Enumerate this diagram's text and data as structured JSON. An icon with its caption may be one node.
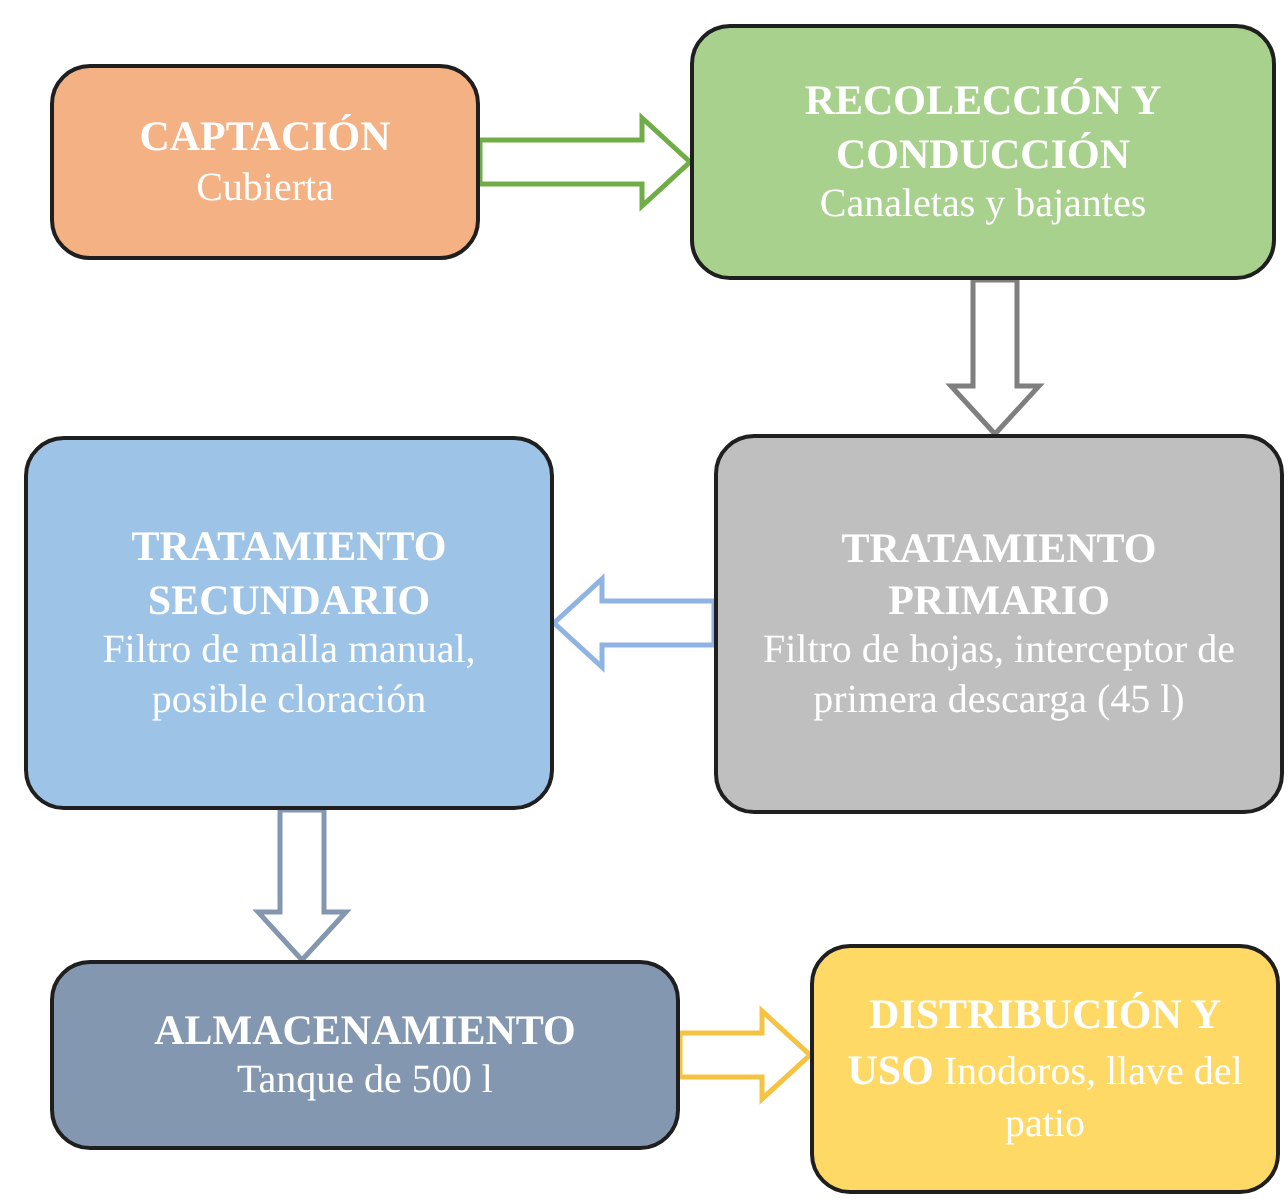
{
  "diagram": {
    "nodes": [
      {
        "text": [
          "CAPTACIÓN",
          "Cubierta"
        ]
      },
      {
        "text": [
          "RECOLECCIÓN Y CONDUCCIÓN",
          "Canaletas y bajantes"
        ]
      },
      {
        "text": [
          "TRATAMIENTO PRIMARIO",
          "Filtro de hojas, interceptor de primera descarga (45 l)"
        ]
      },
      {
        "text": [
          "TRATAMIENTO SECUNDARIO",
          "Filtro de malla manual, posible cloración"
        ]
      },
      {
        "text": [
          "ALMACENAMIENTO",
          "Tanque de 500 l"
        ]
      },
      {
        "text": [
          "DISTRIBUCIÓN Y USO",
          "Inodoros, llave del patio"
        ]
      }
    ],
    "edges": [
      {
        "from": 0,
        "to": 1,
        "arrow": "to",
        "color": "#70ad47"
      },
      {
        "from": 1,
        "to": 2,
        "arrow": "to",
        "color": "#7f7f7f"
      },
      {
        "from": 2,
        "to": 3,
        "arrow": "to",
        "color": "#8fb4e3"
      },
      {
        "from": 3,
        "to": 4,
        "arrow": "to",
        "color": "#8497b0"
      },
      {
        "from": 4,
        "to": 5,
        "arrow": "to",
        "color": "#f5c342"
      }
    ]
  }
}
